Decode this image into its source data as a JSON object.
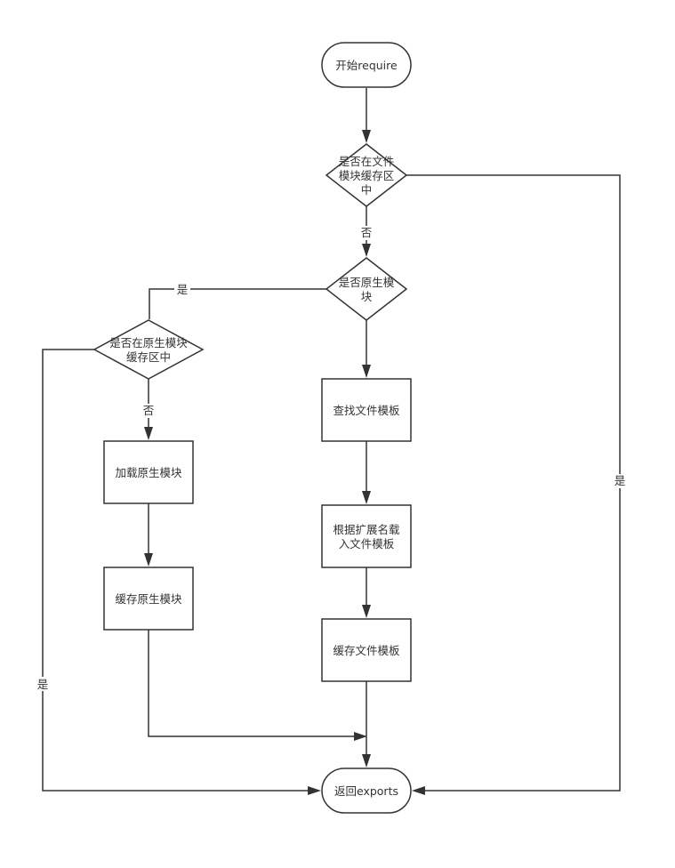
{
  "nodes": {
    "start": "开始require",
    "in_file_cache": [
      "是否在文件",
      "模块缓存区",
      "中"
    ],
    "is_native": [
      "是否原生模",
      "块"
    ],
    "in_native_cache": [
      "是否在原生模块",
      "缓存区中"
    ],
    "find_file_template": "查找文件模板",
    "load_by_ext": [
      "根据扩展名载",
      "入文件模板"
    ],
    "cache_file_template": "缓存文件模板",
    "load_native": "加载原生模块",
    "cache_native": "缓存原生模块",
    "return_exports": "返回exports"
  },
  "edge_labels": {
    "file_cache_no": "否",
    "file_cache_yes": "是",
    "native_yes": "是",
    "native_cache_no": "否",
    "native_cache_yes": "是"
  }
}
